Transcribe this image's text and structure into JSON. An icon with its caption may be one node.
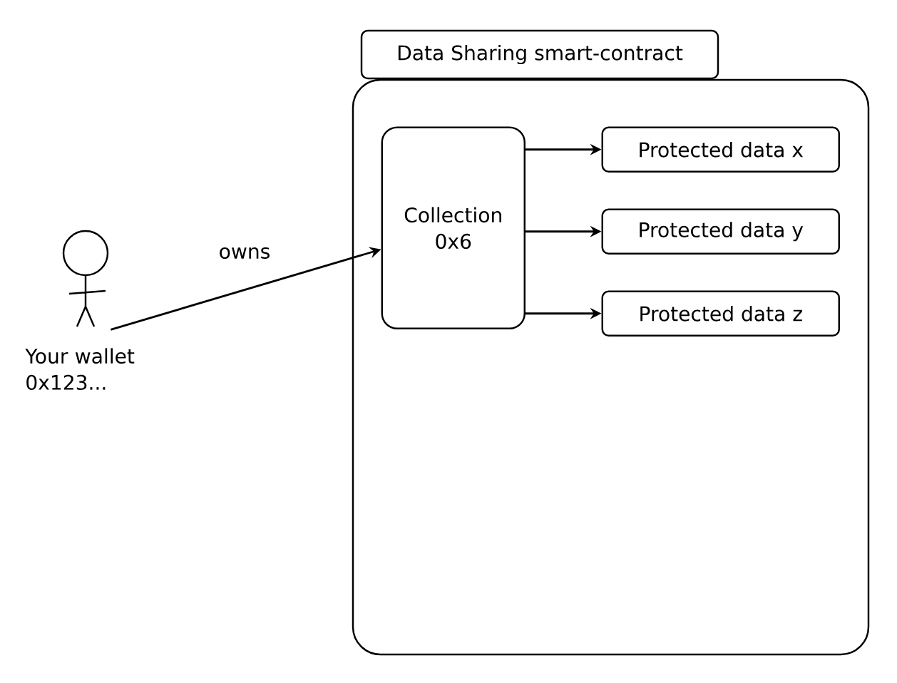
{
  "diagram": {
    "nodes": [
      {
        "text": [
          "Data Sharing smart-contract"
        ]
      },
      {
        "text": [],
        "shape": "box"
      },
      {
        "text": [],
        "shape": "person",
        "beside": [
          "Your wallet 0x123..."
        ]
      },
      {
        "text": [
          "Collection 0x6"
        ],
        "in": 1
      },
      {
        "text": [
          "Protected data x"
        ],
        "in": 1
      },
      {
        "text": [
          "Protected data y"
        ],
        "in": 1
      },
      {
        "text": [
          "Protected data z"
        ],
        "in": 1
      }
    ],
    "edges": [
      {
        "from": 2,
        "to": 3,
        "arrow": "to",
        "label": "owns"
      },
      {
        "from": 3,
        "to": 4,
        "arrow": "to"
      },
      {
        "from": 3,
        "to": 5,
        "arrow": "to"
      },
      {
        "from": 3,
        "to": 6,
        "arrow": "to"
      }
    ]
  }
}
